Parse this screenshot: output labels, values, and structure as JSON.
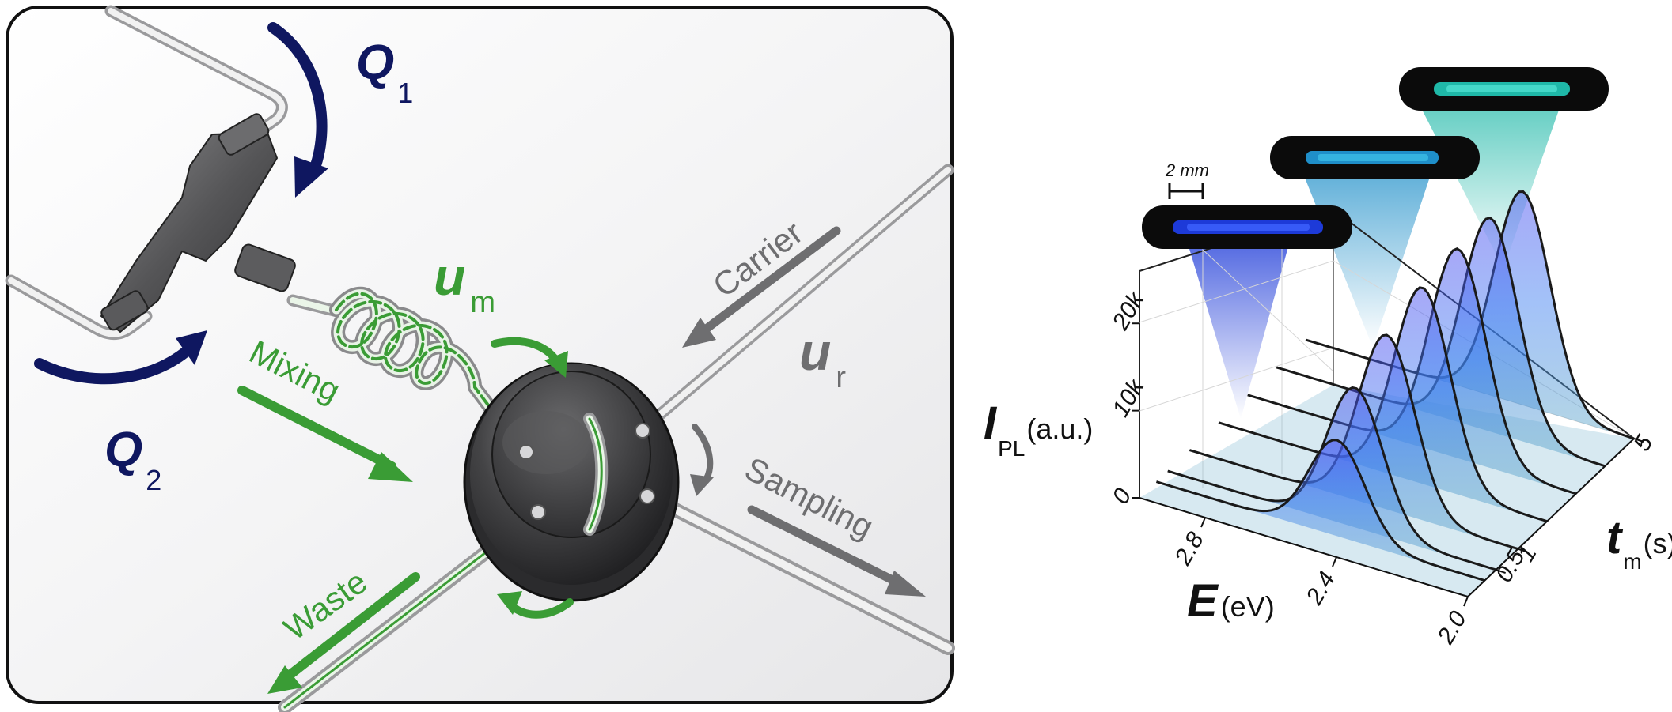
{
  "left_panel": {
    "labels": {
      "q1": {
        "main": "Q",
        "sub": "1"
      },
      "q2": {
        "main": "Q",
        "sub": "2"
      },
      "um": {
        "main": "u",
        "sub": "m"
      },
      "ur": {
        "main": "u",
        "sub": "r"
      },
      "carrier": "Carrier",
      "mixing": "Mixing",
      "sampling": "Sampling",
      "waste": "Waste"
    },
    "colors": {
      "navy": "#0f1760",
      "green": "#3a9c35",
      "gray": "#6e6e70",
      "valve": "#3a3a3c"
    }
  },
  "right_panel": {
    "scale_bar": "2 mm",
    "chart_data": {
      "type": "3d-line",
      "xlabel": {
        "main": "E",
        "unit": "(eV)"
      },
      "ylabel": {
        "main": "I",
        "sub": "PL",
        "unit": "(a.u.)"
      },
      "zlabel": {
        "main": "t",
        "sub": "m",
        "unit": "(s)"
      },
      "x_ticks": [
        "2.8",
        "2.4",
        "2.0"
      ],
      "y_ticks": [
        "0",
        "10k",
        "20k"
      ],
      "z_ticks": [
        "0.5",
        "1",
        "5"
      ],
      "xlim": [
        2.0,
        3.0
      ],
      "ylim": [
        0,
        26000
      ],
      "series": [
        {
          "t": 0.3,
          "center": 2.45,
          "sigma": 0.085,
          "peak": 11000
        },
        {
          "t": 0.5,
          "center": 2.43,
          "sigma": 0.085,
          "peak": 16000
        },
        {
          "t": 1.0,
          "center": 2.4,
          "sigma": 0.085,
          "peak": 20000
        },
        {
          "t": 2.0,
          "center": 2.38,
          "sigma": 0.085,
          "peak": 22500
        },
        {
          "t": 3.0,
          "center": 2.36,
          "sigma": 0.085,
          "peak": 24000
        },
        {
          "t": 4.0,
          "center": 2.35,
          "sigma": 0.085,
          "peak": 24500
        },
        {
          "t": 5.0,
          "center": 2.34,
          "sigma": 0.085,
          "peak": 24500
        }
      ],
      "colors": {
        "fill_low": "#5ea8c6",
        "fill_high": "#4b4ef0",
        "line": "#1a1a1a"
      }
    }
  }
}
